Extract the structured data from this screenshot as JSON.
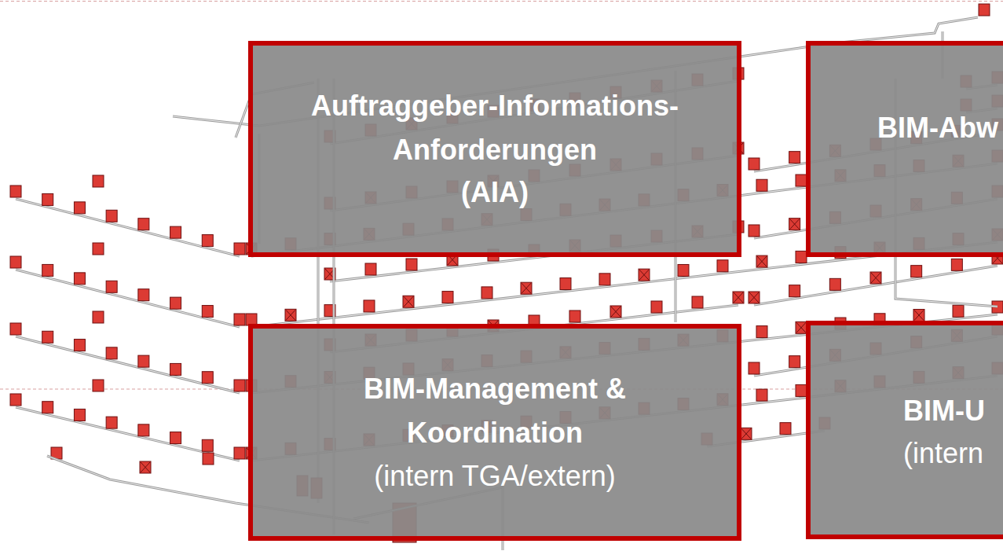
{
  "diagram": {
    "nodes": [
      {
        "text": [
          "Auftraggeber-Informations- Anforderungen",
          "(AIA)"
        ]
      },
      {
        "text": [
          "BIM-Abw"
        ]
      },
      {
        "text": [
          "BIM-Management & Koordination",
          "(intern TGA/extern)"
        ]
      },
      {
        "text": [
          "BIM-U",
          "(intern"
        ]
      }
    ]
  }
}
